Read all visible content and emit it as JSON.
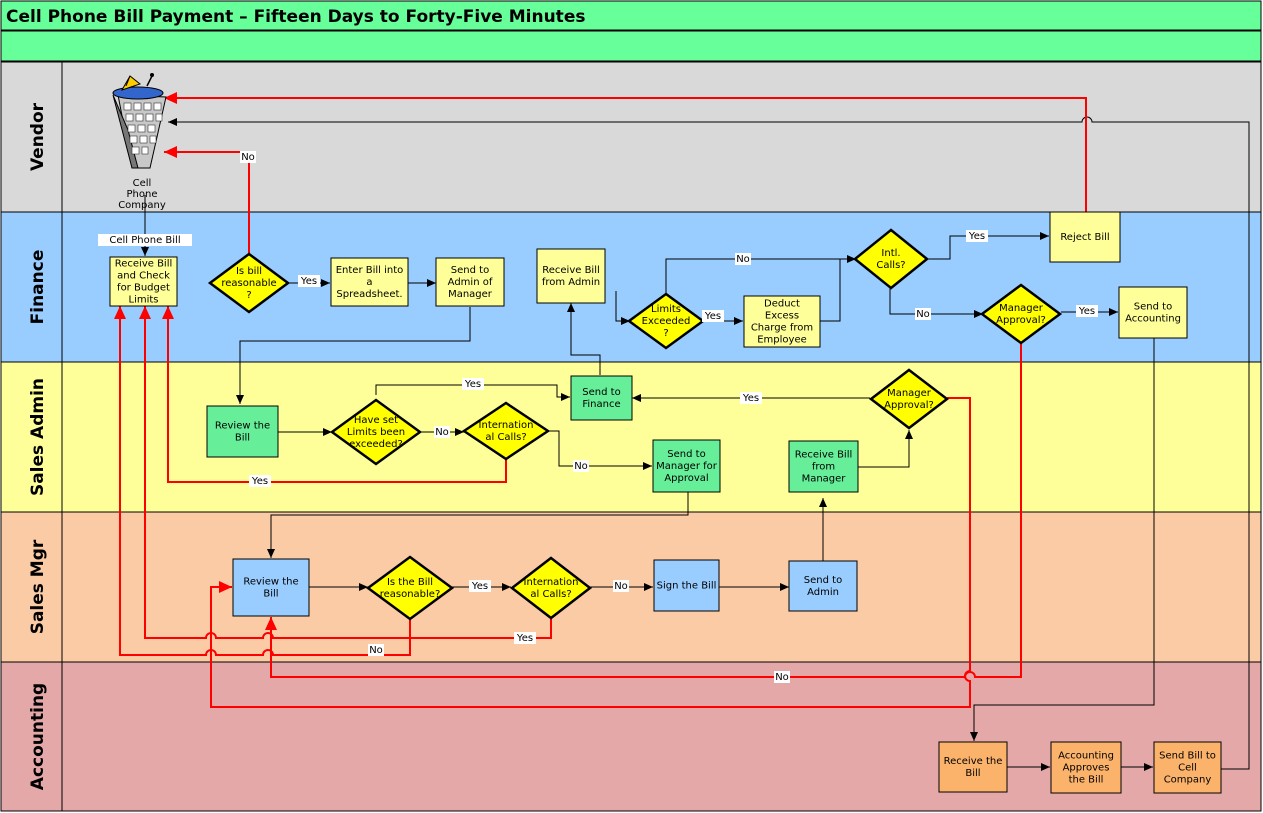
{
  "title": "Cell Phone Bill Payment – Fifteen Days to Forty-Five Minutes",
  "lanes": [
    {
      "id": "vendor",
      "label": "Vendor",
      "color": "#d9d9d9"
    },
    {
      "id": "finance",
      "label": "Finance",
      "color": "#99ccff"
    },
    {
      "id": "sales-admin",
      "label": "Sales Admin",
      "color": "#ffff99"
    },
    {
      "id": "sales-mgr",
      "label": "Sales Mgr",
      "color": "#fbcba5"
    },
    {
      "id": "accounting",
      "label": "Accounting",
      "color": "#e4a8a8"
    }
  ],
  "colors": {
    "title_bar": "#66ff99",
    "finance_box": "#ffff99",
    "admin_box": "#66ee99",
    "mgr_box": "#99ccff",
    "accounting_box": "#fbb36b",
    "decision": "#ffff00",
    "flow_red": "#ff0000"
  },
  "vendor": {
    "icon": "cell-phone-company-icon",
    "label": [
      "Cell",
      "Phone",
      "Company"
    ]
  },
  "nodes": [
    {
      "id": "receive-bill-check",
      "type": "process",
      "lines": [
        "Receive Bill",
        "and Check",
        "for Budget",
        "Limits"
      ]
    },
    {
      "id": "is-bill-reasonable",
      "type": "decision",
      "lines": [
        "Is bill",
        "reasonable",
        "?"
      ]
    },
    {
      "id": "enter-bill-spreadsheet",
      "type": "process",
      "lines": [
        "Enter Bill into",
        "a",
        "Spreadsheet."
      ]
    },
    {
      "id": "send-admin-manager",
      "type": "process",
      "lines": [
        "Send to",
        "Admin of",
        "Manager"
      ]
    },
    {
      "id": "receive-bill-admin",
      "type": "process",
      "lines": [
        "Receive Bill",
        "from Admin"
      ]
    },
    {
      "id": "limits-exceeded",
      "type": "decision",
      "lines": [
        "Limits",
        "Exceeded",
        "?"
      ]
    },
    {
      "id": "deduct-excess",
      "type": "process",
      "lines": [
        "Deduct",
        "Excess",
        "Charge from",
        "Employee"
      ]
    },
    {
      "id": "intl-calls",
      "type": "decision",
      "lines": [
        "Intl.",
        "Calls?"
      ]
    },
    {
      "id": "reject-bill",
      "type": "process",
      "lines": [
        "Reject Bill"
      ]
    },
    {
      "id": "manager-approval-finance",
      "type": "decision",
      "lines": [
        "Manager",
        "Approval?"
      ]
    },
    {
      "id": "send-accounting",
      "type": "process",
      "lines": [
        "Send to",
        "Accounting"
      ]
    },
    {
      "id": "review-bill-admin",
      "type": "process",
      "lines": [
        "Review the",
        "Bill"
      ]
    },
    {
      "id": "limits-exceeded-admin",
      "type": "decision",
      "lines": [
        "Have set",
        "Limits been",
        "exceeded?"
      ]
    },
    {
      "id": "international-calls-admin",
      "type": "decision",
      "lines": [
        "Internation",
        "al Calls?"
      ]
    },
    {
      "id": "send-finance",
      "type": "process",
      "lines": [
        "Send to",
        "Finance"
      ]
    },
    {
      "id": "send-manager-approval",
      "type": "process",
      "lines": [
        "Send to",
        "Manager for",
        "Approval"
      ]
    },
    {
      "id": "receive-bill-manager",
      "type": "process",
      "lines": [
        "Receive Bill",
        "from",
        "Manager"
      ]
    },
    {
      "id": "manager-approval-admin",
      "type": "decision",
      "lines": [
        "Manager",
        "Approval?"
      ]
    },
    {
      "id": "review-bill-mgr",
      "type": "process",
      "lines": [
        "Review the",
        "Bill"
      ]
    },
    {
      "id": "is-bill-reasonable-mgr",
      "type": "decision",
      "lines": [
        "Is the Bill",
        "reasonable?"
      ]
    },
    {
      "id": "international-calls-mgr",
      "type": "decision",
      "lines": [
        "Internation",
        "al Calls?"
      ]
    },
    {
      "id": "sign-bill",
      "type": "process",
      "lines": [
        "Sign the Bill"
      ]
    },
    {
      "id": "send-admin",
      "type": "process",
      "lines": [
        "Send to",
        "Admin"
      ]
    },
    {
      "id": "receive-bill-accounting",
      "type": "process",
      "lines": [
        "Receive the",
        "Bill"
      ]
    },
    {
      "id": "accounting-approves",
      "type": "process",
      "lines": [
        "Accounting",
        "Approves",
        "the Bill"
      ]
    },
    {
      "id": "send-bill-company",
      "type": "process",
      "lines": [
        "Send Bill to",
        "Cell",
        "Company"
      ]
    }
  ],
  "labels": [
    {
      "id": "cell-phone-bill",
      "text": "Cell Phone Bill",
      "bg": true
    },
    {
      "id": "no-reject-vendor",
      "text": "No",
      "bg": true
    },
    {
      "id": "yes-enter-bill",
      "text": "Yes",
      "bg": true
    },
    {
      "id": "no-limits-intl",
      "text": "No",
      "bg": true
    },
    {
      "id": "yes-deduct",
      "text": "Yes",
      "bg": true
    },
    {
      "id": "yes-reject",
      "text": "Yes",
      "bg": true
    },
    {
      "id": "no-manager-approval",
      "text": "No",
      "bg": true
    },
    {
      "id": "yes-send-accounting",
      "text": "Yes",
      "bg": true
    },
    {
      "id": "yes-send-finance-top",
      "text": "Yes",
      "bg": true
    },
    {
      "id": "no-intl-admin",
      "text": "No",
      "bg": true
    },
    {
      "id": "no-send-manager",
      "text": "No",
      "bg": true
    },
    {
      "id": "yes-manager-admin",
      "text": "Yes",
      "bg": true
    },
    {
      "id": "yes-admin-finance",
      "text": "Yes",
      "bg": true
    },
    {
      "id": "yes-mgr-reasonable",
      "text": "Yes",
      "bg": true
    },
    {
      "id": "no-mgr-sign",
      "text": "No",
      "bg": true
    },
    {
      "id": "yes-mgr-intl",
      "text": "Yes",
      "bg": true
    },
    {
      "id": "no-mgr-reasonable",
      "text": "No",
      "bg": true
    },
    {
      "id": "no-finance-review",
      "text": "No",
      "bg": true
    }
  ]
}
